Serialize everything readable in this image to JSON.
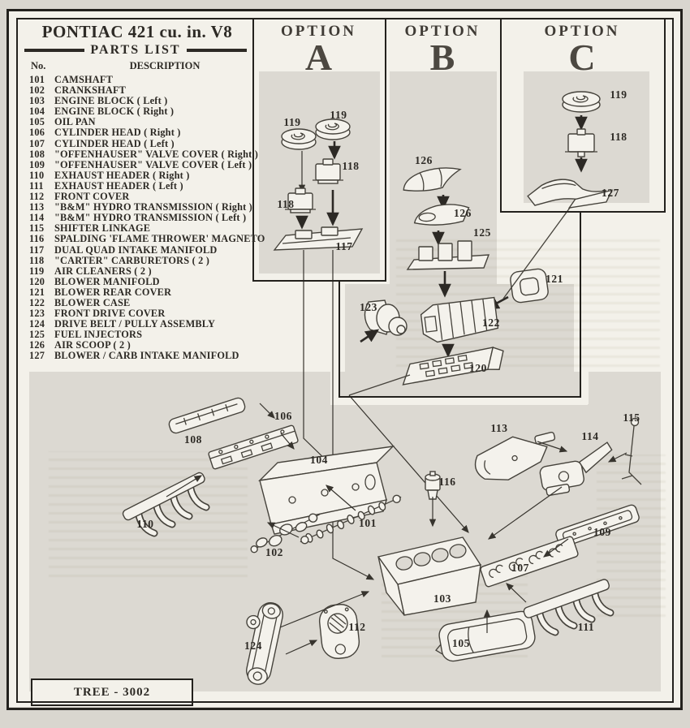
{
  "sheet": {
    "parts_list": {
      "title": "PONTIAC 421 cu. in. V8",
      "subtitle": "PARTS LIST",
      "col_no": "No.",
      "col_desc": "DESCRIPTION",
      "items": [
        {
          "no": "101",
          "desc": "CAMSHAFT"
        },
        {
          "no": "102",
          "desc": "CRANKSHAFT"
        },
        {
          "no": "103",
          "desc": "ENGINE BLOCK ( Left )"
        },
        {
          "no": "104",
          "desc": "ENGINE BLOCK ( Right )"
        },
        {
          "no": "105",
          "desc": "OIL PAN"
        },
        {
          "no": "106",
          "desc": "CYLINDER HEAD ( Right )"
        },
        {
          "no": "107",
          "desc": "CYLINDER HEAD ( Left )"
        },
        {
          "no": "108",
          "desc": "\"OFFENHAUSER\" VALVE COVER ( Right )"
        },
        {
          "no": "109",
          "desc": "\"OFFENHAUSER\" VALVE COVER ( Left )"
        },
        {
          "no": "110",
          "desc": "EXHAUST HEADER ( Right )"
        },
        {
          "no": "111",
          "desc": "EXHAUST HEADER ( Left )"
        },
        {
          "no": "112",
          "desc": "FRONT COVER"
        },
        {
          "no": "113",
          "desc": "\"B&M\" HYDRO TRANSMISSION ( Right )"
        },
        {
          "no": "114",
          "desc": "\"B&M\" HYDRO TRANSMISSION ( Left )"
        },
        {
          "no": "115",
          "desc": "SHIFTER LINKAGE"
        },
        {
          "no": "116",
          "desc": "SPALDING 'FLAME THROWER' MAGNETO"
        },
        {
          "no": "117",
          "desc": "DUAL QUAD INTAKE MANIFOLD"
        },
        {
          "no": "118",
          "desc": "\"CARTER\" CARBURETORS ( 2 )"
        },
        {
          "no": "119",
          "desc": "AIR CLEANERS ( 2 )"
        },
        {
          "no": "120",
          "desc": "BLOWER MANIFOLD"
        },
        {
          "no": "121",
          "desc": "BLOWER REAR COVER"
        },
        {
          "no": "122",
          "desc": "BLOWER CASE"
        },
        {
          "no": "123",
          "desc": "FRONT DRIVE COVER"
        },
        {
          "no": "124",
          "desc": "DRIVE BELT / PULLY ASSEMBLY"
        },
        {
          "no": "125",
          "desc": "FUEL INJECTORS"
        },
        {
          "no": "126",
          "desc": "AIR SCOOP ( 2 )"
        },
        {
          "no": "127",
          "desc": "BLOWER / CARB INTAKE MANIFOLD"
        }
      ]
    },
    "options": {
      "a": {
        "title": "OPTION",
        "letter": "A"
      },
      "b": {
        "title": "OPTION",
        "letter": "B"
      },
      "c": {
        "title": "OPTION",
        "letter": "C"
      }
    },
    "part_labels": {
      "option_a": [
        "119",
        "119",
        "118",
        "118",
        "117"
      ],
      "option_b": [
        "126",
        "126",
        "125",
        "121",
        "123",
        "122",
        "120"
      ],
      "option_c": [
        "119",
        "118",
        "127"
      ],
      "main": [
        "108",
        "106",
        "104",
        "110",
        "102",
        "101",
        "116",
        "113",
        "114",
        "115",
        "109",
        "107",
        "103",
        "111",
        "105",
        "124",
        "112"
      ]
    },
    "footer": {
      "tree_label": "TREE - 3002"
    },
    "colors": {
      "paper": "#f3f1ea",
      "panel_gray": "#dcd9d2",
      "ink": "#2d2a25",
      "line": "#45423b"
    }
  }
}
